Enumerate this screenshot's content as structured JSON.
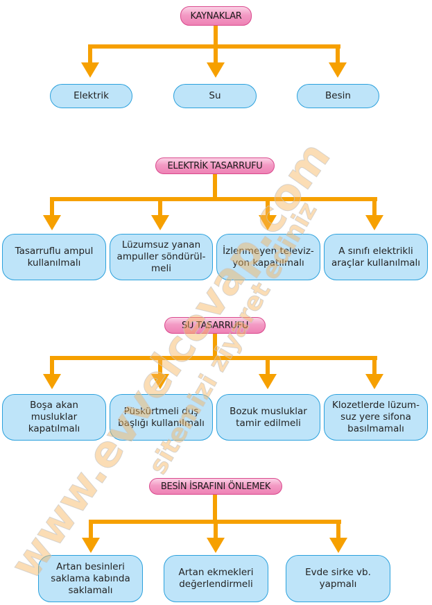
{
  "colors": {
    "arrow": "#f6a000",
    "pill": "#ee82b5",
    "box": "#bee4f9",
    "box_border": "#2aa0dc"
  },
  "watermark": {
    "site": "www.evvelcevap.com",
    "slogan": "sitemizi ziyaret ediniz"
  },
  "sections": [
    {
      "title": "KAYNAKLAR",
      "items": [
        "Elektrik",
        "Su",
        "Besin"
      ]
    },
    {
      "title": "ELEKTRİK TASARRUFU",
      "items": [
        "Tasarruflu ampul kullanılmalı",
        "Lüzumsuz yanan ampuller söndürül-meli",
        "İzlenmeyen televiz-yon kapatılmalı",
        "A sınıfı elektrikli araçlar kullanılmalı"
      ]
    },
    {
      "title": "SU TASARRUFU",
      "items": [
        "Boşa akan musluklar kapatılmalı",
        "Püskürtmeli duş başlığı kullanılmalı",
        "Bozuk musluklar tamir edilmeli",
        "Klozetlerde lüzum-suz yere sifona basılmamalı"
      ]
    },
    {
      "title": "BESİN İSRAFINI ÖNLEMEK",
      "items": [
        "Artan besinleri saklama kabında saklamalı",
        "Artan ekmekleri değerlendirmeli",
        "Evde sirke vb. yapmalı"
      ]
    }
  ]
}
